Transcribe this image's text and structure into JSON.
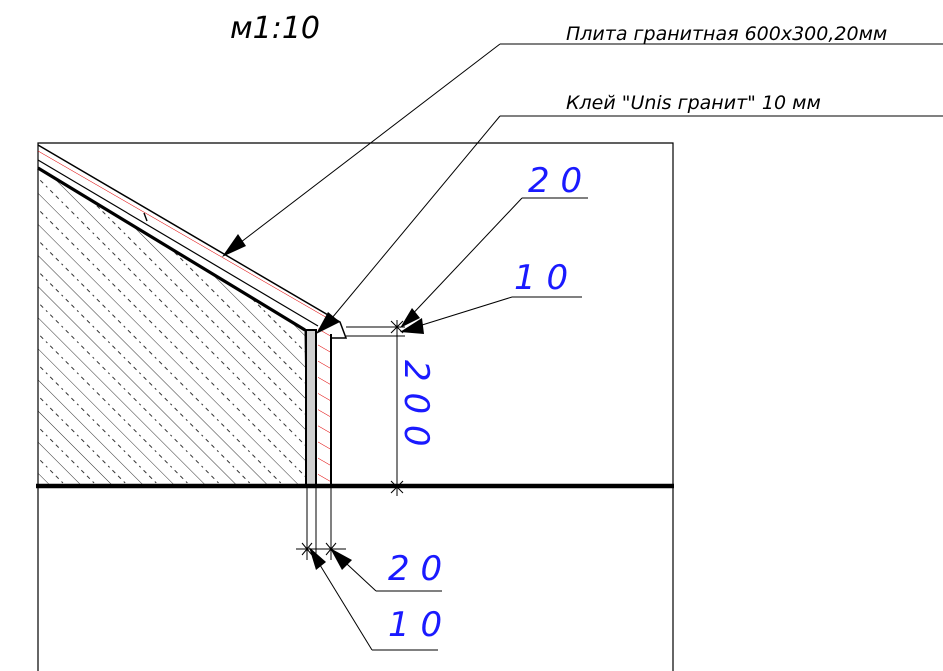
{
  "scale_label": "м1:10",
  "callouts": {
    "slab": "Плита гранитная 600х300,20мм",
    "glue": "Клей \"Unis гранит\" 10 мм"
  },
  "dimensions": {
    "top_20": "2 0",
    "top_10": "1 0",
    "vertical_200": "2 0 0",
    "bottom_20": "2 0",
    "bottom_10": "1 0"
  },
  "colors": {
    "line": "#000000",
    "dimension_text": "#1a1aff",
    "hatch_red": "#e00000"
  }
}
